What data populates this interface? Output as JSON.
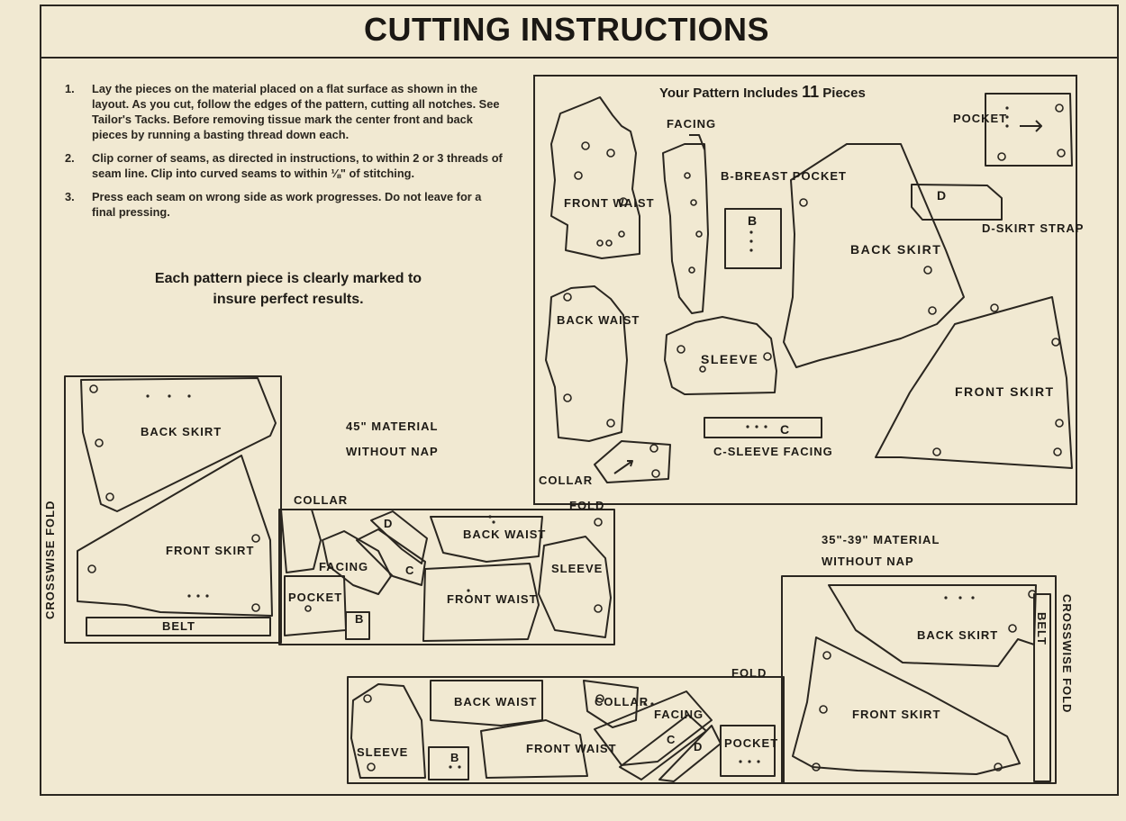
{
  "header": {
    "title": "CUTTING INSTRUCTIONS"
  },
  "instructions": [
    {
      "num": "1.",
      "text": "Lay the pieces on the material placed on a flat surface as shown in the layout. As you cut, follow the edges of the pattern, cutting all notches. See Tailor's Tacks. Before removing tissue mark the center front and back pieces by running a basting thread down each."
    },
    {
      "num": "2.",
      "text": "Clip corner of seams, as directed in instructions, to within 2 or 3 threads of seam line. Clip into curved seams to within ⅛\" of stitching."
    },
    {
      "num": "3.",
      "text": "Press each seam on wrong side as work progresses. Do not leave for a final pressing."
    }
  ],
  "tagline": {
    "line1": "Each pattern piece is clearly marked to",
    "line2": "insure perfect results."
  },
  "pattern_box": {
    "title": "Your Pattern Includes",
    "count": "11",
    "title_suffix": "Pieces",
    "pieces": {
      "front_waist": "FRONT WAIST",
      "facing": "FACING",
      "b_breast_pocket": "B-BREAST POCKET",
      "b_letter": "B",
      "back_skirt": "BACK SKIRT",
      "pocket": "POCKET",
      "d_letter": "D",
      "d_skirt_strap": "D-SKIRT STRAP",
      "back_waist": "BACK WAIST",
      "sleeve": "SLEEVE",
      "front_skirt": "FRONT SKIRT",
      "c_letter": "C",
      "c_sleeve_facing": "C-SLEEVE FACING",
      "collar": "COLLAR"
    }
  },
  "layout_45": {
    "material": "45\" MATERIAL",
    "nap": "WITHOUT NAP",
    "crosswise_fold": "CROSSWISE FOLD",
    "fold": "FOLD",
    "back_skirt": "BACK SKIRT",
    "front_skirt": "FRONT SKIRT",
    "belt": "BELT",
    "collar": "COLLAR",
    "facing": "FACING",
    "d_letter": "D",
    "c_letter": "C",
    "back_waist": "BACK WAIST",
    "sleeve": "SLEEVE",
    "pocket": "POCKET",
    "front_waist": "FRONT WAIST",
    "b_letter": "B"
  },
  "layout_35": {
    "material": "35\"-39\" MATERIAL",
    "nap": "WITHOUT NAP",
    "crosswise_fold": "CROSSWISE FOLD",
    "fold": "FOLD",
    "belt": "BELT",
    "back_skirt": "BACK SKIRT",
    "front_skirt": "FRONT SKIRT",
    "sleeve": "SLEEVE",
    "b_letter": "B",
    "back_waist": "BACK WAIST",
    "front_waist": "FRONT WAIST",
    "collar": "COLLAR",
    "facing": "FACING",
    "c_letter": "C",
    "d_letter": "D",
    "pocket": "POCKET"
  }
}
